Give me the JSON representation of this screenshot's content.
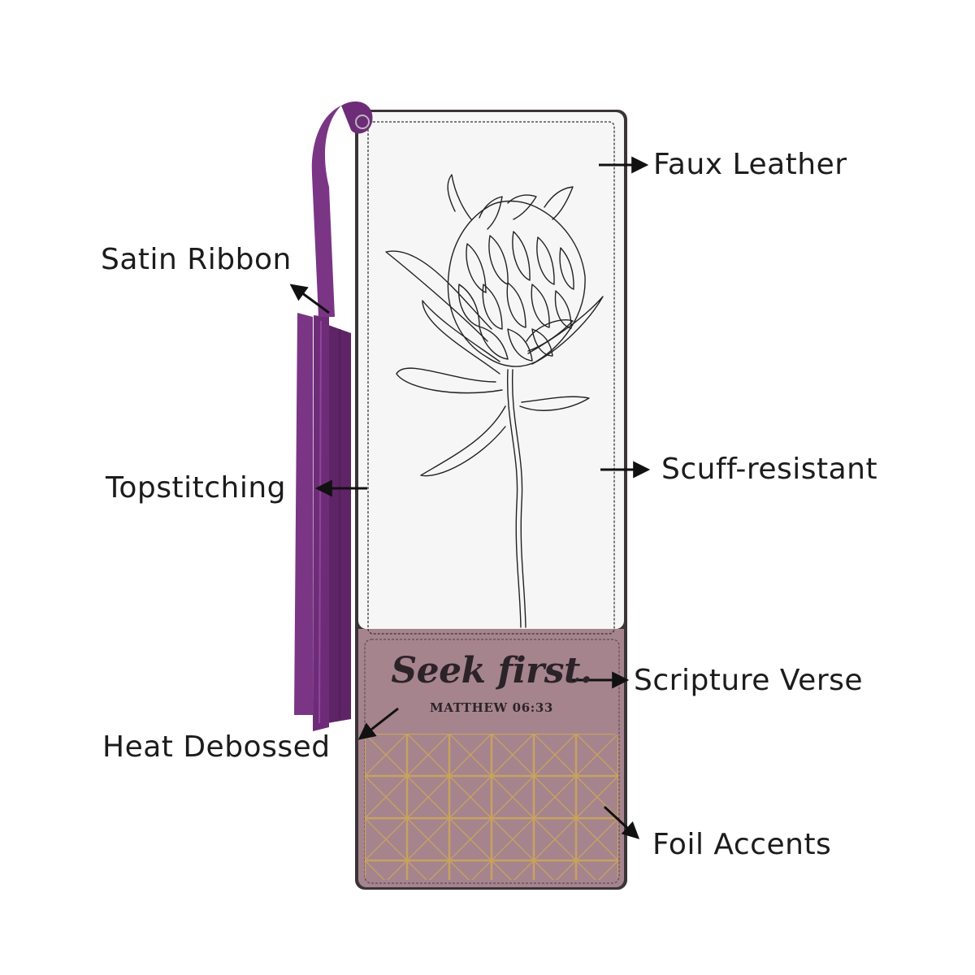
{
  "product": {
    "verse_title": "Seek first.",
    "verse_reference": "MATTHEW 06:33",
    "colors": {
      "face": "#f6f6f6",
      "panel": "#a5848e",
      "ribbon": "#6e2c78",
      "foil": "#c9a25e",
      "edge": "#3a3437"
    }
  },
  "callouts": [
    {
      "id": "faux-leather",
      "label": "Faux Leather"
    },
    {
      "id": "satin-ribbon",
      "label": "Satin Ribbon"
    },
    {
      "id": "topstitching",
      "label": "Topstitching"
    },
    {
      "id": "scuff-resistant",
      "label": "Scuff-resistant"
    },
    {
      "id": "scripture-verse",
      "label": "Scripture Verse"
    },
    {
      "id": "heat-debossed",
      "label": "Heat Debossed"
    },
    {
      "id": "foil-accents",
      "label": "Foil Accents"
    }
  ]
}
